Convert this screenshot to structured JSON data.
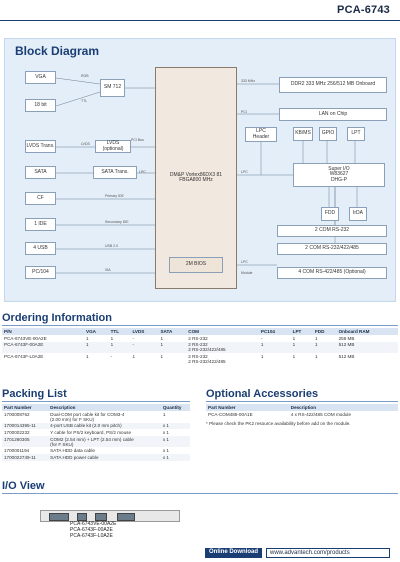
{
  "header": {
    "model": "PCA-6743"
  },
  "block_diagram": {
    "title": "Block Diagram",
    "blocks": {
      "vga": "VGA",
      "lcd": "18 bit",
      "lvds_trans": "LVDS Trans.",
      "sata": "SATA",
      "cf": "CF",
      "ide": "1 IDE",
      "usb": "4 USB",
      "pc104": "PC/104",
      "sm712": "SM 712",
      "lvds_opt": "LVDS (optional)",
      "sata_trans": "SATA Trans.",
      "cpu": "DM&P Vortex86DX3 81 FBGA800 MHz",
      "bios": "2M BIOS",
      "ddr": "DDR2 333 MHz 256/512 MB Onboard",
      "lan": "LAN on Chip",
      "lpc_header": "LPC Header",
      "kbms": "KB/MS",
      "gpio": "GPIO",
      "lpt": "LPT",
      "superio": "Super I/O W83627 DHG-P",
      "fdd": "FDD",
      "irda": "IrDA",
      "com1": "2 COM RS-232",
      "com2": "2 COM RS-232/422/485",
      "com3": "4 COM RS-422/485 (Optional)"
    },
    "buses": {
      "b333": "333 MHz",
      "ttl": "TTL",
      "lvds": "LVDS",
      "rgb": "RGB",
      "pri": "Primary IDE",
      "sec": "Secondary IDE",
      "usb2": "USB 2.0",
      "isa": "ISA",
      "lpc": "LPC",
      "lpc2": "LPC",
      "module": "Module",
      "pci": "PCI",
      "lpc_bus": "LPC",
      "pci_bus": "PCI Bus"
    }
  },
  "ordering": {
    "title": "Ordering Information",
    "headers": [
      "P/N",
      "VGA",
      "TTL",
      "LVDS",
      "SATA",
      "COM",
      "PC104",
      "LPT",
      "FDD",
      "Onboard RAM"
    ],
    "rows": [
      [
        "PCA-6743VE-00A2E",
        "1",
        "1",
        "-",
        "1",
        "2 RS-232",
        "-",
        "1",
        "1",
        "256 MB"
      ],
      [
        "PCA-6743F-00A2E",
        "1",
        "1",
        "-",
        "1",
        "2 RS-232\n2 RS-232/422/485",
        "1",
        "1",
        "1",
        "512 MB"
      ],
      [
        "PCA-6743F-L0A2E",
        "1",
        "-",
        "1",
        "1",
        "2 RS-232\n2 RS-232/422/485",
        "1",
        "1",
        "1",
        "512 MB"
      ]
    ]
  },
  "packing": {
    "title": "Packing List",
    "headers": [
      "Part Number",
      "Description",
      "Quantity"
    ],
    "rows": [
      [
        "1700008762",
        "Dual-COM port cable kit for COM3-4\n(2.00 mm) for F SKU)",
        "1"
      ],
      [
        "1700014395-11",
        "4-port USB cable kit (2.0 mm pitch)",
        "x 1"
      ],
      [
        "1700002232",
        "Y cable for PS/2 keyboard, PS/2 mouse",
        "x 1"
      ],
      [
        "1701260305",
        "COM2 (2.54 mm) + LPT (2.54 mm) cable\n(for F SKU)",
        "x 1"
      ],
      [
        "1700001194",
        "SATA HDD data cable",
        "x 1"
      ],
      [
        "1700022749-11",
        "SATA HDD power cable",
        "x 1"
      ]
    ]
  },
  "accessories": {
    "title": "Optional Accessories",
    "headers": [
      "Part Number",
      "Description"
    ],
    "rows": [
      [
        "PCA-COM485-00A1E",
        "4 x RS-422/485 COM module"
      ]
    ],
    "note": "* Please check the PK2 resource availability before add on the module."
  },
  "io_view": {
    "title": "I/O View",
    "labels": [
      "PCA-6743VE-00A2E",
      "PCA-6743F-00A2E",
      "PCA-6743F-L0A2E"
    ]
  },
  "footer": {
    "download_label": "Online Download",
    "url": "www.advantech.com/products"
  }
}
